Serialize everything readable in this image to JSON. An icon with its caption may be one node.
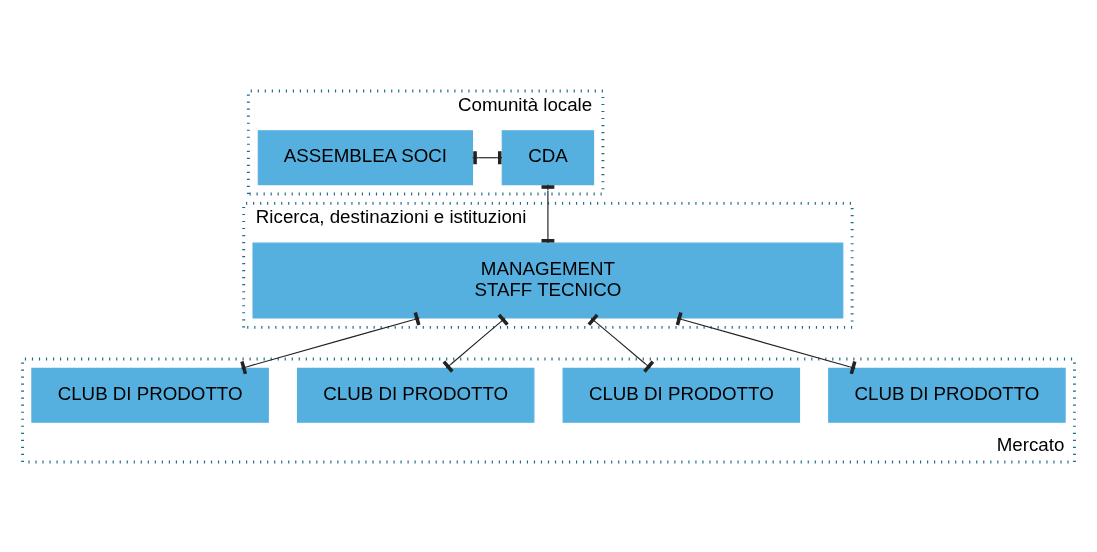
{
  "diagram": {
    "nodes": [
      {
        "text": [
          "Comunità locale"
        ]
      },
      {
        "text": [
          "ASSEMBLEA SOCI"
        ],
        "in": 0
      },
      {
        "text": [
          "CDA"
        ],
        "in": 0
      },
      {
        "text": [
          "Ricerca, destinazioni e istituzioni"
        ]
      },
      {
        "text": [
          "MANAGEMENT",
          "STAFF TECNICO"
        ],
        "in": 3
      },
      {
        "text": [
          "Mercato"
        ]
      },
      {
        "text": [
          "CLUB DI PRODOTTO"
        ],
        "in": 5
      },
      {
        "text": [
          "CLUB DI PRODOTTO"
        ],
        "in": 5
      },
      {
        "text": [
          "CLUB DI PRODOTTO"
        ],
        "in": 5
      },
      {
        "text": [
          "CLUB DI PRODOTTO"
        ],
        "in": 5
      }
    ],
    "edges": [
      {
        "from": 1,
        "to": 2,
        "arrow": "other"
      },
      {
        "from": 2,
        "to": 4,
        "arrow": "other"
      },
      {
        "from": 4,
        "to": 6,
        "arrow": "other"
      },
      {
        "from": 4,
        "to": 7,
        "arrow": "other"
      },
      {
        "from": 4,
        "to": 8,
        "arrow": "other"
      },
      {
        "from": 4,
        "to": 9,
        "arrow": "other"
      }
    ]
  }
}
